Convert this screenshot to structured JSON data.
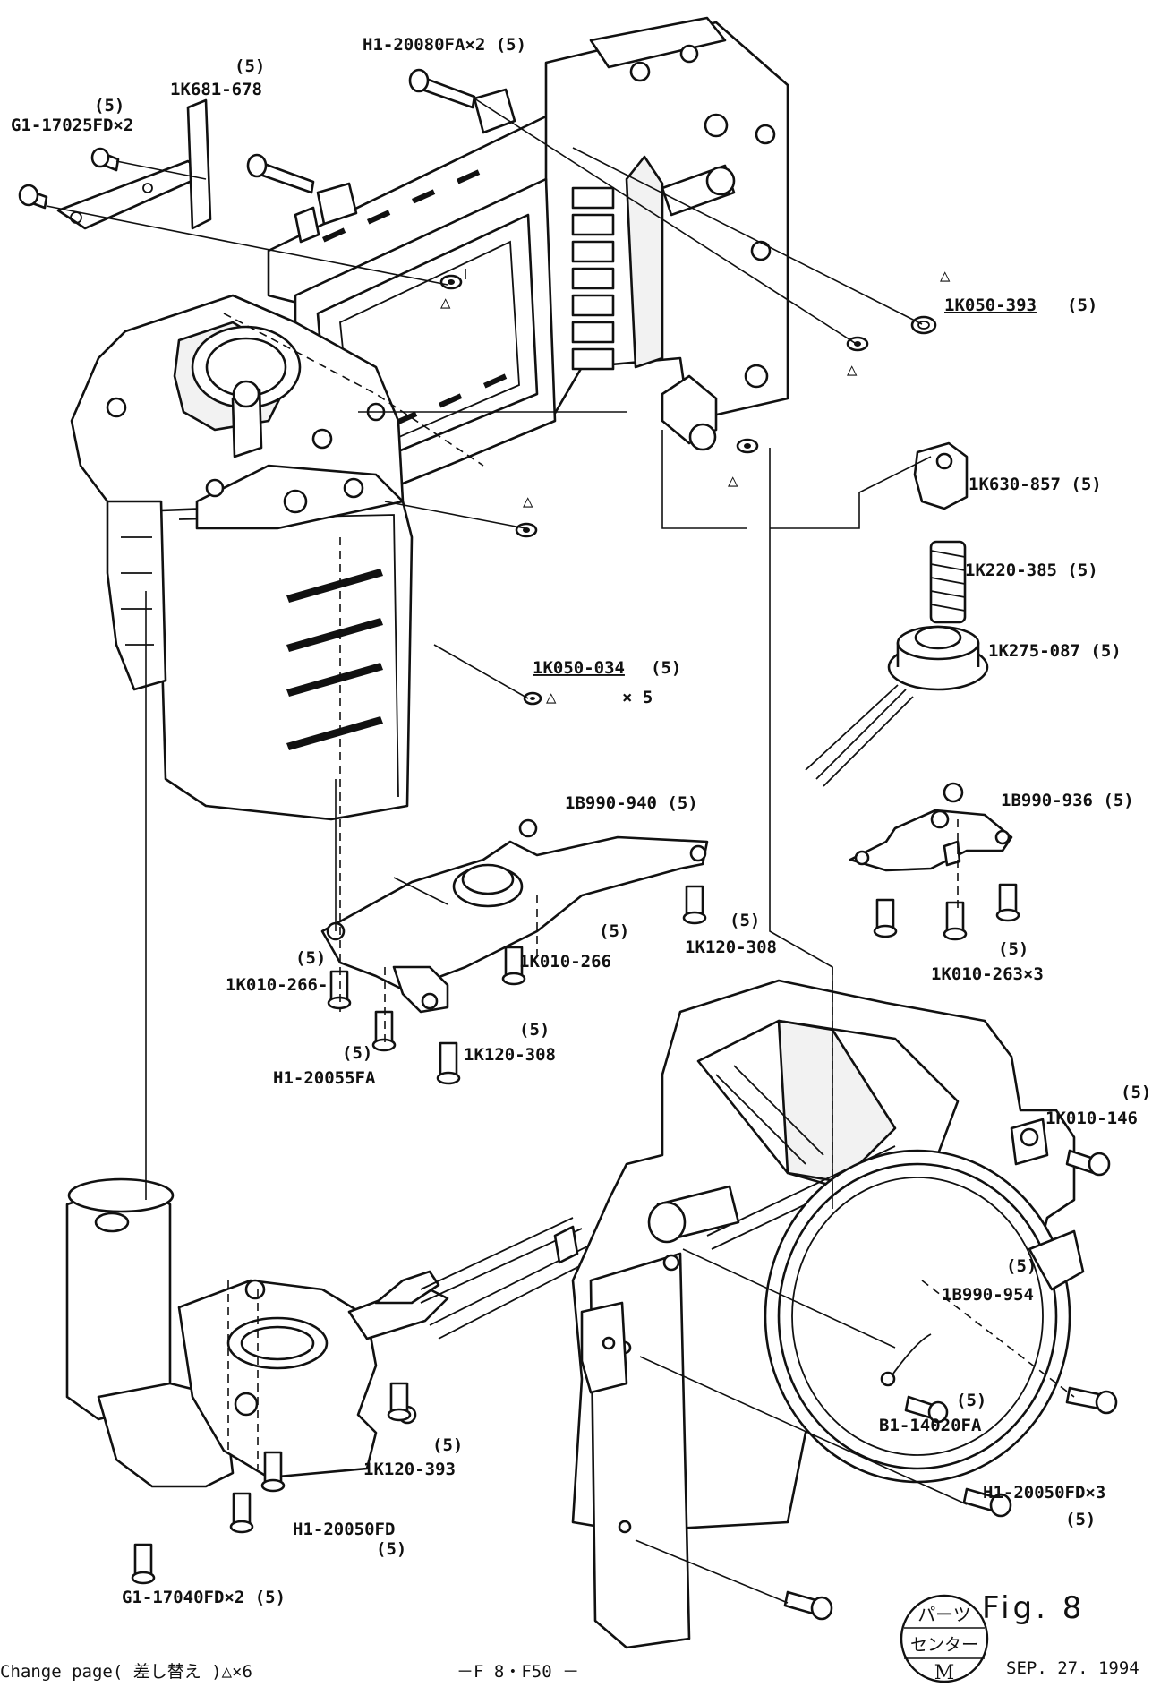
{
  "callouts": {
    "screw_top": "H1-20080FA×2 (5)",
    "plate_top": "1K681-678",
    "plate_top_qty": "(5)",
    "screw_left": "G1-17025FD×2",
    "screw_left_qty": "(5)",
    "washer_right": "1K050-393",
    "washer_right_qty": "(5)",
    "holder": "1K630-857 (5)",
    "spring": "1K220-385 (5)",
    "gear": "1K275-087 (5)",
    "washer_front": "1K050-034",
    "washer_front_qty": "(5)",
    "washer_front_mult": "× 5",
    "bracket_center": "1B990-940 (5)",
    "bracket_right": "1B990-936 (5)",
    "screw_c1": "1K010-266",
    "screw_c1_qty": "(5)",
    "screw_c2": "1K120-308",
    "screw_c2_qty": "(5)",
    "screw_l1": "1K010-266-",
    "screw_l1_qty": "(5)",
    "screw_l2": "1K120-308",
    "screw_l2_qty": "(5)",
    "screw_l3": "H1-20055FA",
    "screw_l3_qty": "(5)",
    "screw_r3": "1K010-263×3",
    "screw_r3_qty": "(5)",
    "screw_mirror": "1K010-146",
    "screw_mirror_qty": "(5)",
    "mirror_box": "1B990-954",
    "mirror_box_qty": "(5)",
    "screw_inner": "B1-14020FA",
    "screw_inner_qty": "(5)",
    "screw_mount": "H1-20050FD×3",
    "screw_mount_qty": "(5)",
    "screw_motor": "1K120-393",
    "screw_motor_qty": "(5)",
    "screw_motor2": "H1-20050FD",
    "screw_motor2_qty": "(5)",
    "screw_bottom": "G1-17040FD×2 (5)",
    "triangle": "△"
  },
  "figure": {
    "title": "Fig. 8",
    "stamp_line1": "パーツ",
    "stamp_line2": "センター",
    "stamp_letter": "M"
  },
  "footer": {
    "change_note": "Change page( 差し替え )△×6",
    "page_no": "－F 8・F50 －",
    "date": "SEP. 27. 1994"
  }
}
